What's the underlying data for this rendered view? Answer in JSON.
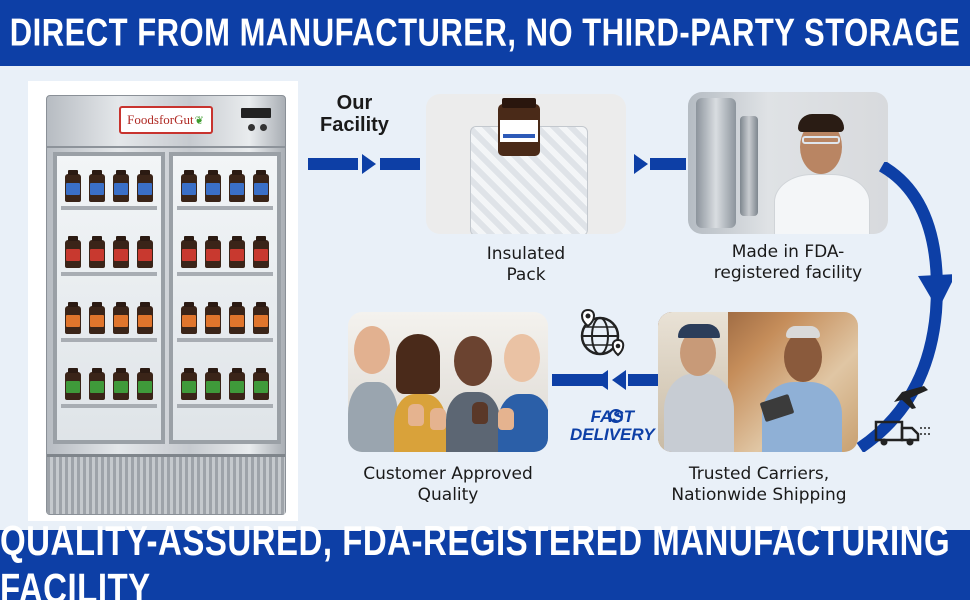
{
  "header": {
    "title": "DIRECT FROM MANUFACTURER, NO THIRD-PARTY STORAGE"
  },
  "footer": {
    "title": "QUALITY-ASSURED, FDA-REGISTERED MANUFACTURING FACILITY"
  },
  "fridge": {
    "brand_logo": "FoodsforGut"
  },
  "flow": {
    "start_label_line1": "Our",
    "start_label_line2": "Facility",
    "steps": [
      {
        "caption_line1": "Insulated",
        "caption_line2": "Pack",
        "icon": "insulated-pack"
      },
      {
        "caption_line1": "Made in FDA-",
        "caption_line2": "registered facility",
        "icon": "lab-technician"
      },
      {
        "caption_line1": "Trusted Carriers,",
        "caption_line2": "Nationwide Shipping",
        "icon": "delivery-handoff"
      },
      {
        "caption_line1": "Customer Approved",
        "caption_line2": "Quality",
        "icon": "happy-customers"
      }
    ],
    "fast_delivery_line1": "FAST",
    "fast_delivery_line2": "DELIVERY"
  },
  "colors": {
    "brand_blue": "#0d3fa6",
    "background": "#e9f0f8"
  }
}
